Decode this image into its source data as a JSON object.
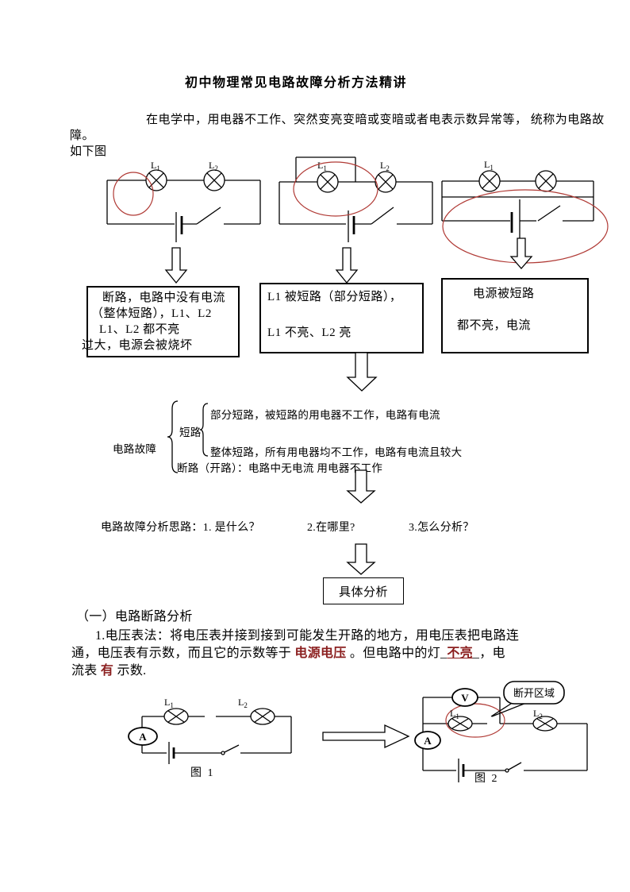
{
  "title": "初中物理常见电路故障分析方法精讲",
  "intro": {
    "line1": "在电学中，用电器不工作、突然变亮变暗或变暗或者电表示数异常等， 统称为电路故",
    "line2": "障。",
    "line3": "如下图"
  },
  "lamp_labels": {
    "L1": {
      "base": "L",
      "sub": "1"
    },
    "L2": {
      "base": "L",
      "sub": "2"
    }
  },
  "meters": {
    "ammeter": "A",
    "voltmeter": "V"
  },
  "result_boxes": {
    "box1": [
      "断路，电路中没有电流",
      "（整体短路），L1、L2",
      "L1、L2 都不亮",
      "过大，电源会被烧坏"
    ],
    "box2": [
      "L1 被短路（部分短路），",
      "L1 不亮、L2 亮"
    ],
    "box3": [
      "电源被短路",
      "都不亮，电流"
    ]
  },
  "fault_tree": {
    "root": "电路故障",
    "short_label": "短路",
    "partial": "部分短路，被短路的用电器不工作，电路有电流",
    "whole": "整体短路，所有用电器均不工作，电路有电流且较大",
    "open": "断路（开路）：电路中无电流  用电器不工作"
  },
  "analysis": {
    "q1": "电路故障分析思路：1. 是什么？",
    "q2": "2.在哪里?",
    "q3": "3.怎么分析？"
  },
  "concrete_box": "具体分析",
  "section1": {
    "heading": "（一）电路断路分析",
    "line1": "1.电压表法：将电压表并接到接到可能发生开路的地方，用电压表把电路连",
    "line2_a": "通，电压表有示数，而且它的示数等于 ",
    "line2_red1": "电源电压",
    "line2_b": " 。但电路中的灯_",
    "line2_red2": "不亮",
    "line2_c": "_，电",
    "line3_a": "流表  ",
    "line3_red": "有",
    "line3_b": "  示数."
  },
  "figure1": {
    "caption": "图 1"
  },
  "figure2": {
    "caption": "图 2",
    "callout": "断开区域"
  },
  "colors": {
    "annotation_red": "#b03a35",
    "highlight_red": "#8b1f1f",
    "line_black": "#000000"
  }
}
